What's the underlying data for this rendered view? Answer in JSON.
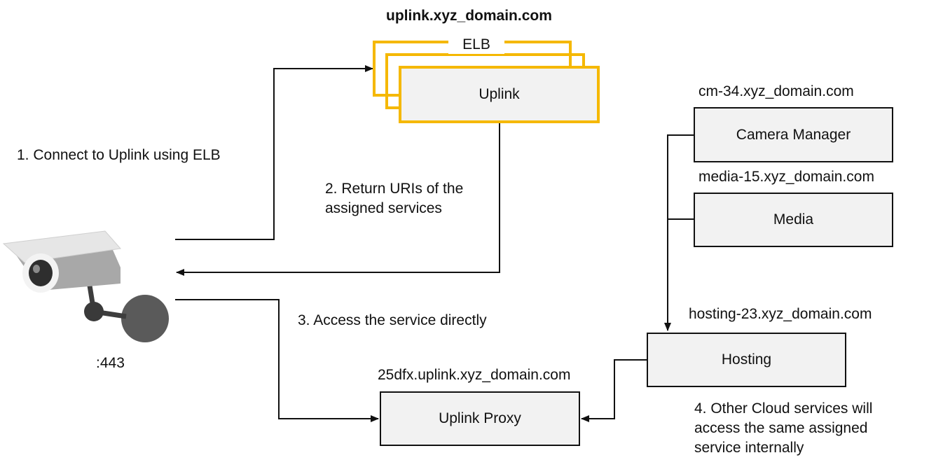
{
  "elb": {
    "domain": "uplink.xyz_domain.com",
    "elb_label": "ELB",
    "uplink_label": "Uplink"
  },
  "camera": {
    "port": ":443",
    "icon": "security-camera-icon"
  },
  "steps": {
    "step1": "1. Connect to Uplink using ELB",
    "step2_line1": "2. Return URIs of the",
    "step2_line2": "assigned services",
    "step3": "3. Access the service directly",
    "step4_line1": "4. Other Cloud services will",
    "step4_line2": "access the same assigned",
    "step4_line3": "service internally"
  },
  "services": {
    "camera_manager": {
      "domain": "cm-34.xyz_domain.com",
      "label": "Camera Manager"
    },
    "media": {
      "domain": "media-15.xyz_domain.com",
      "label": "Media"
    },
    "hosting": {
      "domain": "hosting-23.xyz_domain.com",
      "label": "Hosting"
    },
    "proxy": {
      "domain": "25dfx.uplink.xyz_domain.com",
      "label": "Uplink Proxy"
    }
  },
  "colors": {
    "elb_border": "#f5b800",
    "box_fill": "#f2f2f2",
    "line": "#111111"
  }
}
